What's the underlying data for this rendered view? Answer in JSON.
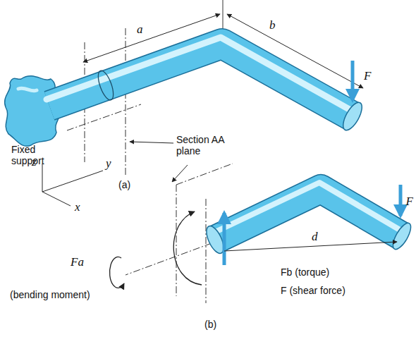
{
  "diagram": {
    "labels": [
      "a",
      "b",
      "F",
      "Section AA plane",
      "Fixed support",
      "z",
      "y",
      "(a)",
      "x",
      "F",
      "d",
      "Fa",
      "(bending moment)",
      "Fb (torque)",
      "F (shear force)",
      "(b)"
    ]
  }
}
